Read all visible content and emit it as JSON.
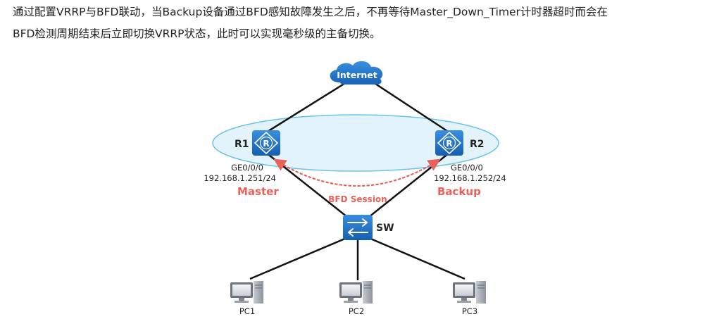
{
  "description": {
    "line1": "通过配置VRRP与BFD联动，当Backup设备通过BFD感知故障发生之后，不再等待Master_Down_Timer计时器超时而会在",
    "line2": "BFD检测周期结束后立即切换VRRP状态，此时可以实现毫秒级的主备切换。"
  },
  "diagram": {
    "internet": "Internet",
    "r1": {
      "name": "R1",
      "iface": "GE0/0/0",
      "ip": "192.168.1.251/24",
      "role": "Master"
    },
    "r2": {
      "name": "R2",
      "iface": "GE0/0/0",
      "ip": "192.168.1.252/24",
      "role": "Backup"
    },
    "session": "BFD Session",
    "switch": "SW",
    "pcs": [
      "PC1",
      "PC2",
      "PC3"
    ]
  },
  "colors": {
    "device_blue": "#1f6fc2",
    "role_red": "#e8625a",
    "vrrp_ellipse_fill": "#e2f3fb",
    "vrrp_ellipse_stroke": "#6cc2e6",
    "line": "#111111"
  }
}
